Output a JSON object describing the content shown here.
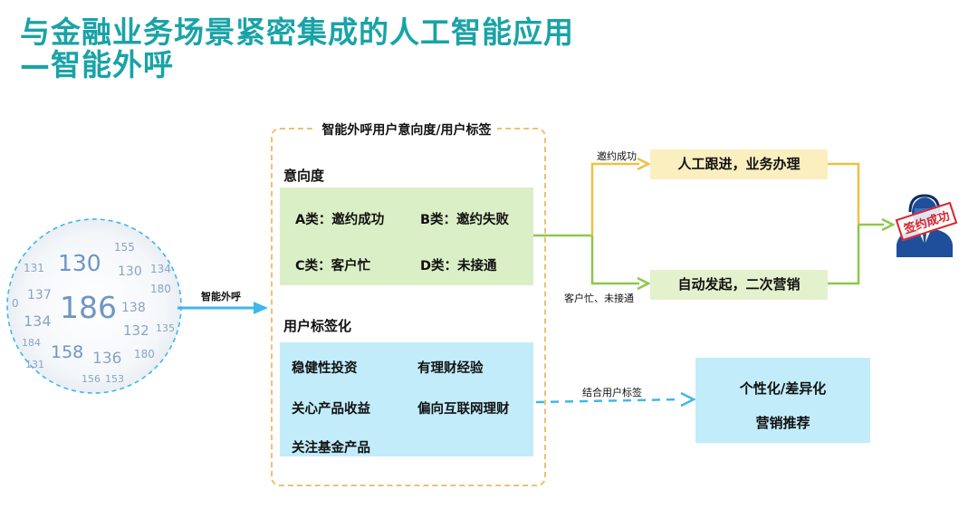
{
  "title": {
    "line1": "与金融业务场景紧密集成的人工智能应用",
    "line2": "—智能外呼"
  },
  "circle_numbers": [
    {
      "text": "155"
    },
    {
      "text": "130"
    },
    {
      "text": "131"
    },
    {
      "text": "130"
    },
    {
      "text": "134"
    },
    {
      "text": "137"
    },
    {
      "text": "186"
    },
    {
      "text": "138"
    },
    {
      "text": "180"
    },
    {
      "text": "0"
    },
    {
      "text": "134"
    },
    {
      "text": "132"
    },
    {
      "text": "135"
    },
    {
      "text": "184"
    },
    {
      "text": "158"
    },
    {
      "text": "136"
    },
    {
      "text": "180"
    },
    {
      "text": "131"
    },
    {
      "text": "156"
    },
    {
      "text": "153"
    }
  ],
  "arrow_outbound_label": "智能外呼",
  "panel": {
    "title": "智能外呼用户意向度/用户标签",
    "intent": {
      "label": "意向度",
      "cells": [
        "A类：邀约成功",
        "B类：邀约失败",
        "C类：客户忙",
        "D类：未接通"
      ]
    },
    "tags": {
      "label": "用户标签化",
      "cells": [
        "稳健性投资",
        "有理财经验",
        "关心产品收益",
        "偏向互联网理财",
        "关注基金产品"
      ]
    }
  },
  "branch_success_label": "邀约成功",
  "branch_busy_label": "客户忙、未接通",
  "box_follow_up": "人工跟进，业务办理",
  "box_second_marketing": "自动发起，二次营销",
  "stamp_text": "签约成功",
  "tag_arrow_label": "结合用户标签",
  "box_personalized": {
    "line1": "个性化/差异化",
    "line2": "营销推荐"
  },
  "colors": {
    "title": "#19a3a7",
    "panel_border": "#f0c070",
    "intent_fill": "#dbefc6",
    "tags_fill": "#c2ecfa",
    "arrow_blue": "#3fb7ea",
    "arrow_green": "#8cc84b",
    "arrow_yellow": "#f0c040",
    "stamp_red": "#d9232c",
    "person_blue": "#1f4e9a"
  }
}
